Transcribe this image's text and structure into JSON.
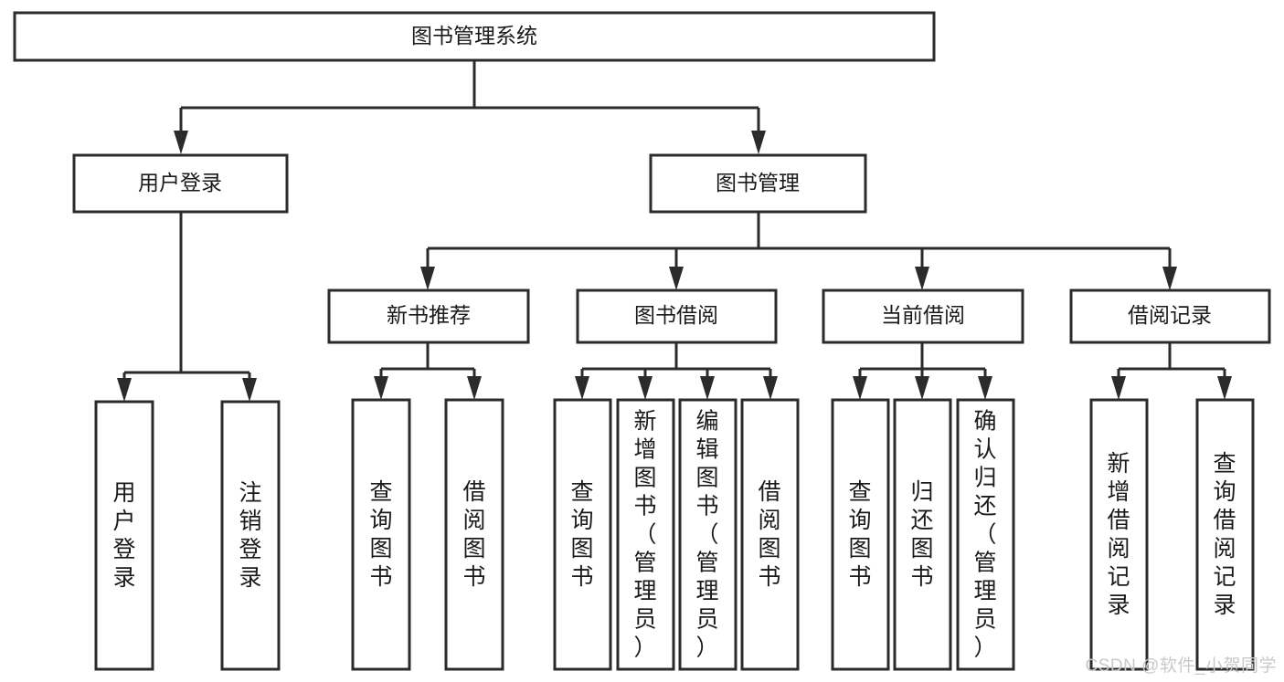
{
  "diagram": {
    "type": "hierarchy-tree",
    "title": "图书管理系统",
    "watermark": "CSDN @软件_小贺同学",
    "colors": {
      "box_stroke": "#2b2b2b",
      "box_fill": "#ffffff",
      "text": "#1a1a1a",
      "background": "#ffffff",
      "watermark": "#c9c9c9"
    },
    "levels": {
      "root": {
        "label": "图书管理系统"
      },
      "level2": [
        {
          "label": "用户登录"
        },
        {
          "label": "图书管理"
        }
      ],
      "level3": [
        {
          "label": "新书推荐"
        },
        {
          "label": "图书借阅"
        },
        {
          "label": "当前借阅"
        },
        {
          "label": "借阅记录"
        }
      ],
      "leaves": {
        "user_login": [
          {
            "label": "用户登录"
          },
          {
            "label": "注销登录"
          }
        ],
        "new_book_recommend": [
          {
            "label": "查询图书"
          },
          {
            "label": "借阅图书"
          }
        ],
        "book_borrow": [
          {
            "label": "查询图书"
          },
          {
            "label": "新增图书（管理员）"
          },
          {
            "label": "编辑图书（管理员）"
          },
          {
            "label": "借阅图书"
          }
        ],
        "current_borrow": [
          {
            "label": "查询图书"
          },
          {
            "label": "归还图书"
          },
          {
            "label": "确认归还（管理员）"
          }
        ],
        "borrow_record": [
          {
            "label": "新增借阅记录"
          },
          {
            "label": "查询借阅记录"
          }
        ]
      }
    }
  }
}
